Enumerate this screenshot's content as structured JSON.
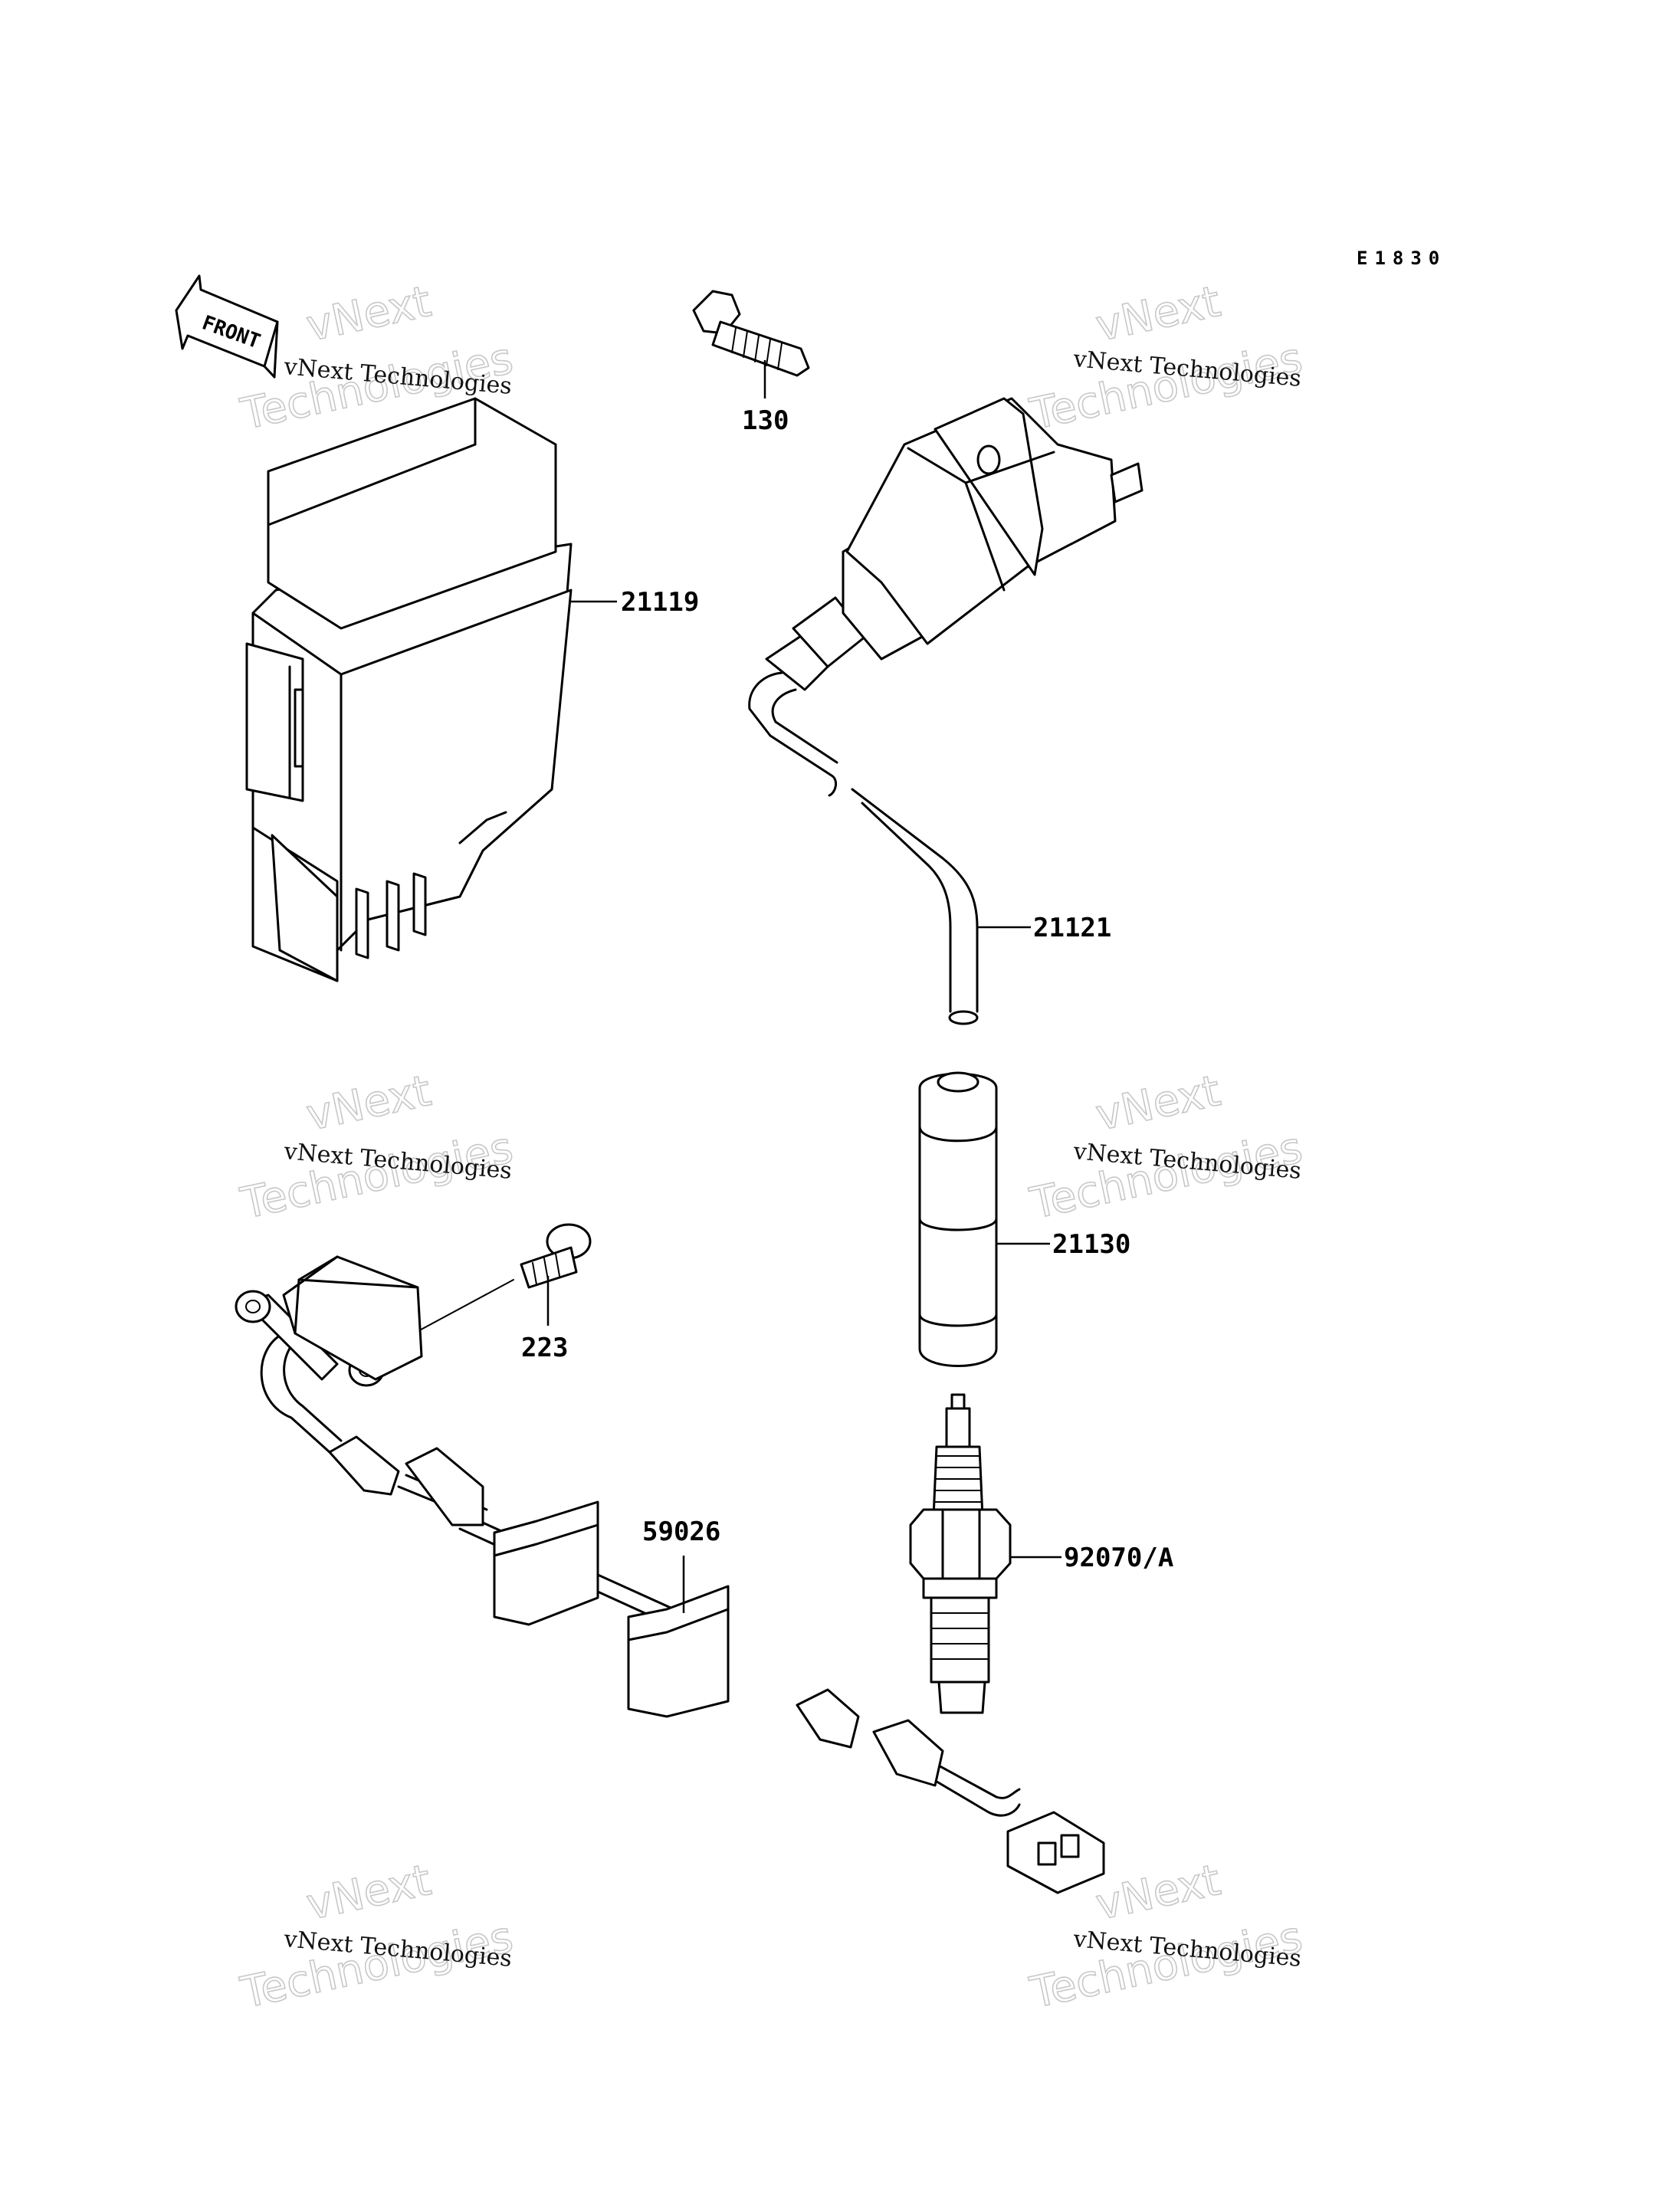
{
  "diagram": {
    "code": "E1830",
    "front_label": "FRONT",
    "watermark": {
      "line1": "vNext Technologies",
      "line2a": "vNext",
      "line2b": "Technologies"
    },
    "parts": [
      {
        "id": "130"
      },
      {
        "id": "21119"
      },
      {
        "id": "21121"
      },
      {
        "id": "21130"
      },
      {
        "id": "223"
      },
      {
        "id": "59026"
      },
      {
        "id": "92070/A"
      }
    ]
  }
}
